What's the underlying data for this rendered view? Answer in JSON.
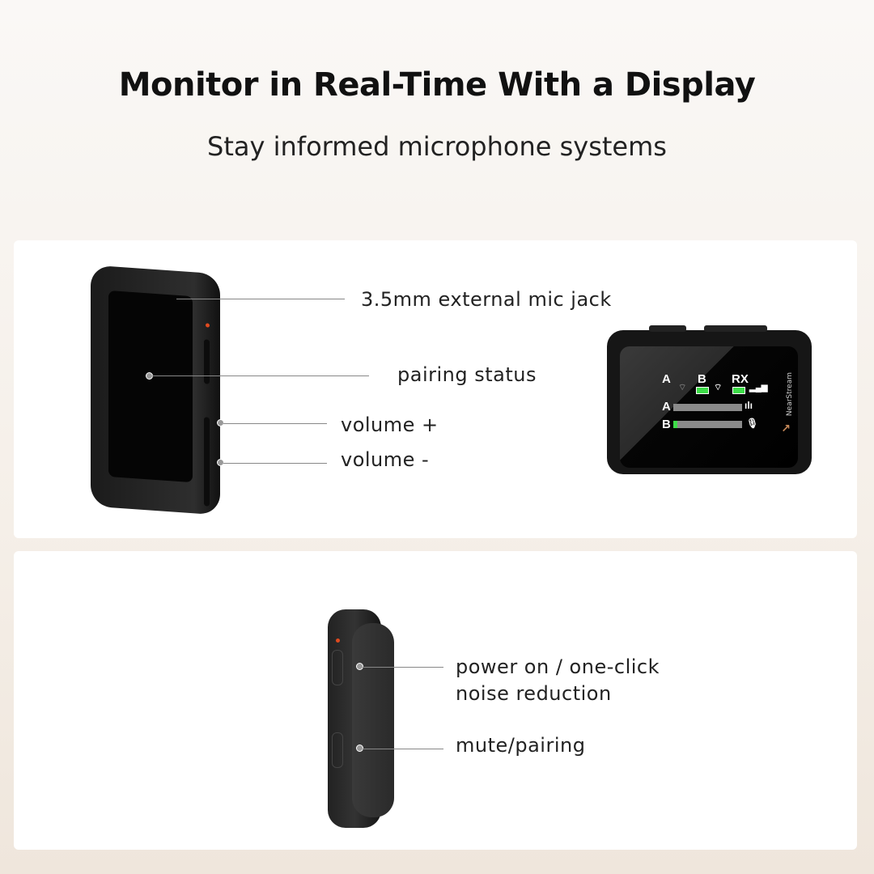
{
  "header": {
    "title": "Monitor in Real-Time With a Display",
    "subtitle": "Stay informed microphone systems"
  },
  "receiver_callouts": [
    "3.5mm external mic jack",
    "pairing status",
    "volume +",
    "volume -"
  ],
  "receiver_screen": {
    "channel_a": "A",
    "channel_b": "B",
    "rx": "RX",
    "row_a": "A",
    "row_b": "B",
    "brand": "NearStream",
    "level_b_percent": 6,
    "battery_color": "#3ddc48"
  },
  "transmitter_callouts": [
    "power on / one-click noise reduction",
    "mute/pairing"
  ],
  "colors": {
    "accent_led": "#e04a1f",
    "background": "#f6f1eb"
  }
}
